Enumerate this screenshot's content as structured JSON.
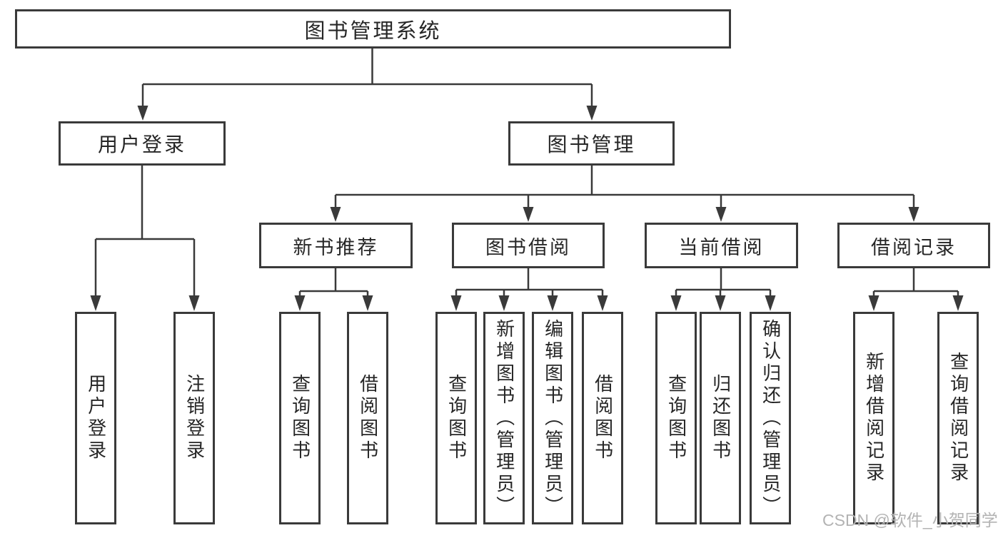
{
  "diagram": {
    "root": {
      "label": "图书管理系统"
    },
    "level2": [
      {
        "label": "用户登录"
      },
      {
        "label": "图书管理"
      }
    ],
    "level3": [
      {
        "label": "新书推荐"
      },
      {
        "label": "图书借阅"
      },
      {
        "label": "当前借阅"
      },
      {
        "label": "借阅记录"
      }
    ],
    "leaves": [
      {
        "parent": "用户登录",
        "label": "用户登录"
      },
      {
        "parent": "用户登录",
        "label": "注销登录"
      },
      {
        "parent": "新书推荐",
        "label": "查询图书"
      },
      {
        "parent": "新书推荐",
        "label": "借阅图书"
      },
      {
        "parent": "图书借阅",
        "label": "查询图书"
      },
      {
        "parent": "图书借阅",
        "label": "新增图书（管理员）"
      },
      {
        "parent": "图书借阅",
        "label": "编辑图书（管理员）"
      },
      {
        "parent": "图书借阅",
        "label": "借阅图书"
      },
      {
        "parent": "当前借阅",
        "label": "查询图书"
      },
      {
        "parent": "当前借阅",
        "label": "归还图书"
      },
      {
        "parent": "当前借阅",
        "label": "确认归还（管理员）"
      },
      {
        "parent": "借阅记录",
        "label": "新增借阅记录"
      },
      {
        "parent": "借阅记录",
        "label": "查询借阅记录"
      }
    ],
    "watermark": "CSDN @软件_小贺同学",
    "colors": {
      "line": "#3a3a3a",
      "text": "#262626",
      "background": "#ffffff",
      "watermark": "#b3b3b3"
    }
  }
}
